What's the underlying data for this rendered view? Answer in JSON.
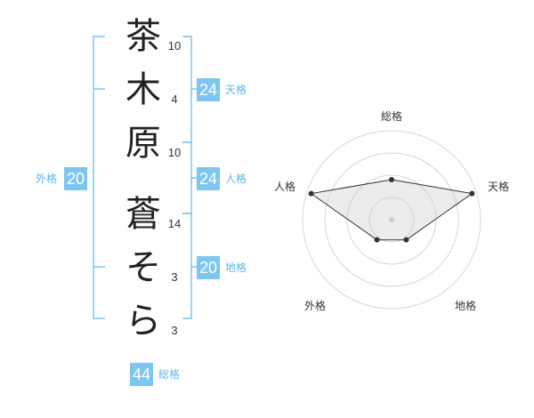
{
  "characters": [
    "茶",
    "木",
    "原",
    "蒼",
    "そ",
    "ら"
  ],
  "strokes": [
    "10",
    "4",
    "10",
    "14",
    "3",
    "3"
  ],
  "groups": {
    "tenkaku": {
      "value": "24",
      "label": "天格"
    },
    "jinkaku": {
      "value": "24",
      "label": "人格"
    },
    "chikaku": {
      "value": "20",
      "label": "地格"
    },
    "gaikaku": {
      "value": "20",
      "label": "外格"
    },
    "soukaku": {
      "value": "44",
      "label": "総格"
    }
  },
  "radar": {
    "axes": [
      "総格",
      "天格",
      "地格",
      "外格",
      "人格"
    ],
    "values": [
      0.45,
      0.95,
      0.28,
      0.28,
      0.95
    ],
    "rings": 4
  },
  "colors": {
    "accent": "#7cc6f0",
    "accent_text": "#5fb7e8",
    "bracket": "#7cc6f0"
  }
}
